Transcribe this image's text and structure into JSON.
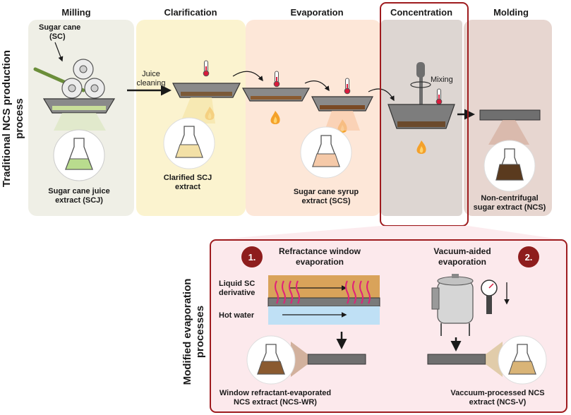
{
  "stages": {
    "milling": "Milling",
    "clarification": "Clarification",
    "evaporation": "Evaporation",
    "concentration": "Concentration",
    "molding": "Molding"
  },
  "side_titles": {
    "traditional_line1": "Traditional NCS production",
    "traditional_line2": "process",
    "modified_line1": "Modified evaporation",
    "modified_line2": "processes"
  },
  "labels": {
    "sugar_cane_1": "Sugar cane",
    "sugar_cane_2": "(SC)",
    "scj_1": "Sugar cane juice",
    "scj_2": "extract (SCJ)",
    "juice_cleaning_1": "Juice",
    "juice_cleaning_2": "cleaning",
    "clarified_1": "Clarified SCJ",
    "clarified_2": "extract",
    "scs_1": "Sugar cane syrup",
    "scs_2": "extract (SCS)",
    "mixing": "Mixing",
    "ncs_1": "Non-centrifugal",
    "ncs_2": "sugar extract (NCS)"
  },
  "modified": {
    "num1": "1.",
    "num2": "2.",
    "rw_title_1": "Refractance window",
    "rw_title_2": "evaporation",
    "vac_title_1": "Vacuum-aided",
    "vac_title_2": "evaporation",
    "liquid_1": "Liquid SC",
    "liquid_2": "derivative",
    "hot_water": "Hot water",
    "ncswr_1": "Window refractant-evaporated",
    "ncswr_2": "NCS extract (NCS-WR)",
    "ncsv_1": "Vaccuum-processed NCS",
    "ncsv_2": "extract (NCS-V)"
  },
  "colors": {
    "milling_bg": "#efefe6",
    "clarification_bg": "#fbf3cf",
    "evaporation_bg": "#fde7d8",
    "concentration_bg": "#ddd6d2",
    "molding_bg": "#e7d6d0",
    "highlight_border": "#9e1b1e",
    "modified_bg": "#fce9ec",
    "number_badge": "#8e1d1d",
    "sugar_brown": "#6b4a2c",
    "flame": "#f4a12a",
    "hot_water": "#bfe0f5",
    "liquid_layer": "#d9a35a",
    "steam_arrows": "#e0217a"
  },
  "icons": [
    "thermometer-icon",
    "flame-icon",
    "flask-icon",
    "mixer-icon",
    "gauge-icon",
    "vacuum-tank-icon",
    "roller-mill-icon"
  ]
}
